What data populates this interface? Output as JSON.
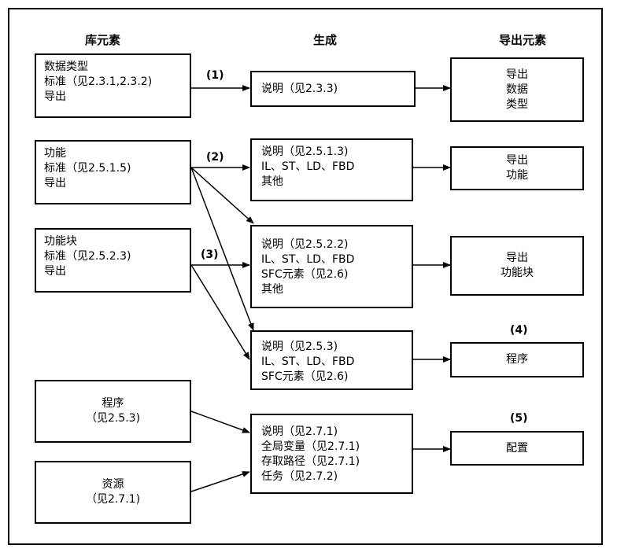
{
  "headers": {
    "library": "库元素",
    "generate": "生成",
    "derived": "导出元素"
  },
  "left": {
    "datatype": [
      "数据类型",
      "标准（见2.3.1,2.3.2)",
      "导出"
    ],
    "function": [
      "功能",
      "标准（见2.5.1.5)",
      "导出"
    ],
    "fblock": [
      "功能块",
      "标准（见2.5.2.3)",
      "导出"
    ],
    "program": [
      "程序",
      "（见2.5.3)"
    ],
    "resource": [
      "资源",
      "（见2.7.1)"
    ]
  },
  "middle": {
    "m1": [
      "说明（见2.3.3)"
    ],
    "m2": [
      "说明（见2.5.1.3)",
      "IL、ST、LD、FBD",
      "其他"
    ],
    "m3": [
      "说明（见2.5.2.2)",
      "IL、ST、LD、FBD",
      "SFC元素（见2.6)",
      "其他"
    ],
    "m4": [
      "说明（见2.5.3)",
      "IL、ST、LD、FBD",
      "SFC元素（见2.6)"
    ],
    "m5": [
      "说明（见2.7.1)",
      "全局变量（见2.7.1)",
      "存取路径（见2.7.1)",
      "任务（见2.7.2)"
    ]
  },
  "right": {
    "r1": [
      "导出",
      "数据",
      "类型"
    ],
    "r2": [
      "导出",
      "功能"
    ],
    "r3": [
      "导出",
      "功能块"
    ],
    "r4": [
      "程序"
    ],
    "r5": [
      "配置"
    ]
  },
  "labels": {
    "l1": "(1)",
    "l2": "(2)",
    "l3": "(3)",
    "l4": "(4)",
    "l5": "(5)"
  }
}
